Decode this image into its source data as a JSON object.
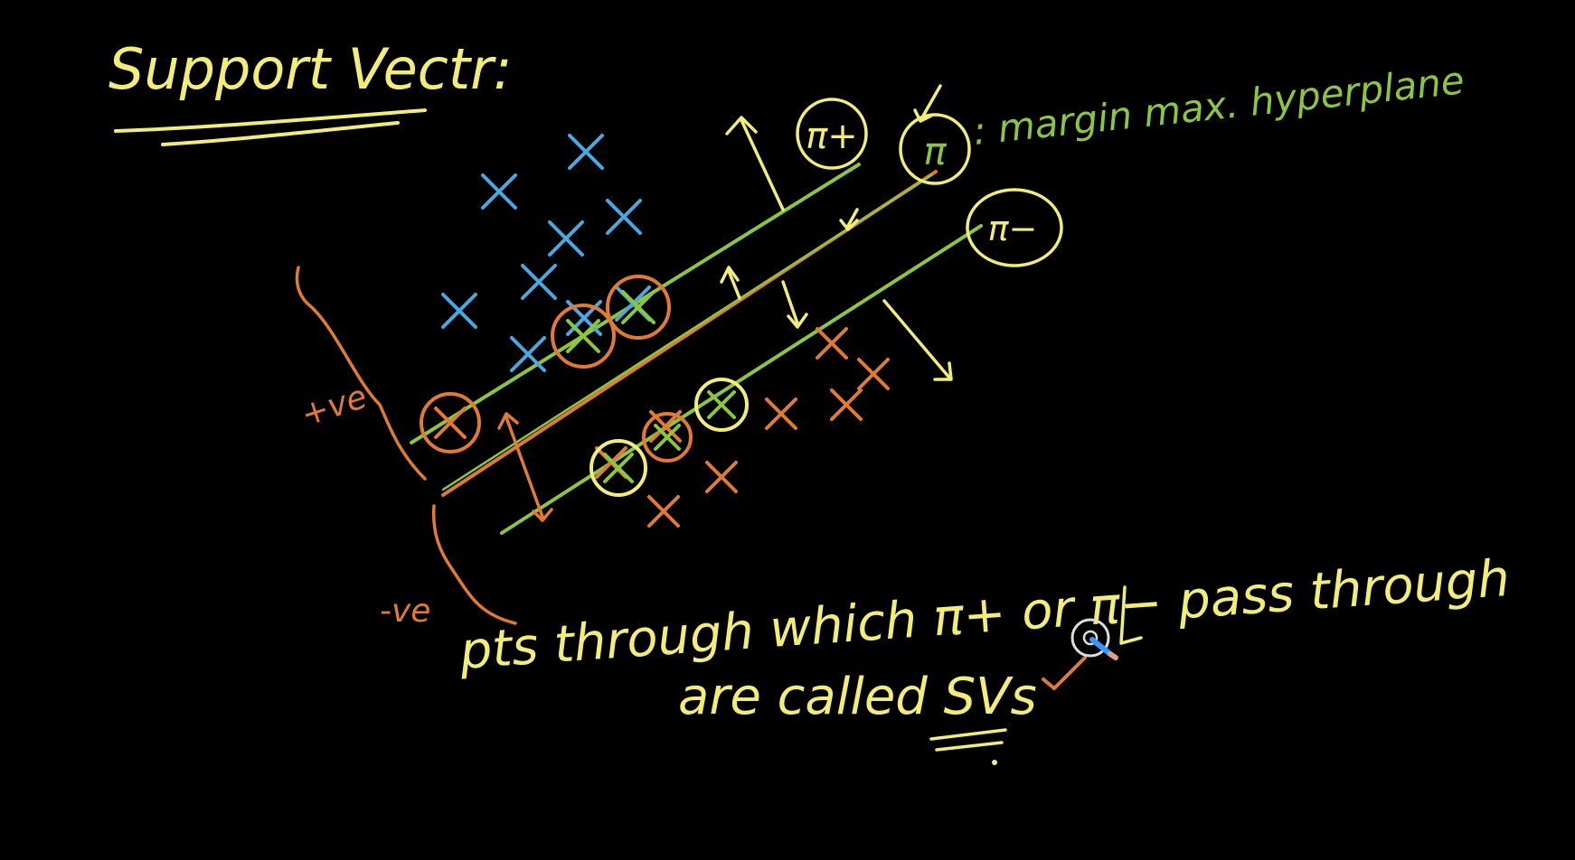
{
  "colors": {
    "background": "#000000",
    "yellow": "#f2ec78",
    "green": "#8cc63f",
    "orange": "#e07a35",
    "blue": "#4aa8e0",
    "cursor_blue": "#3399ff"
  },
  "title": "Support Vectr:",
  "hyperplanes": {
    "pi_plus": "π+",
    "pi": "π",
    "pi_minus": "π−",
    "pi_note": ": margin max. hyperplane"
  },
  "side_labels": {
    "positive": "+ve",
    "negative": "-ve"
  },
  "points": {
    "positive_marker": "x",
    "negative_marker": "x"
  },
  "statement": {
    "line1": "pts through which π+ or π− pass through",
    "line2": "are called SVs"
  },
  "check_mark_icon": "check-mark-icon",
  "cursor_icon": "pen-cursor-icon"
}
